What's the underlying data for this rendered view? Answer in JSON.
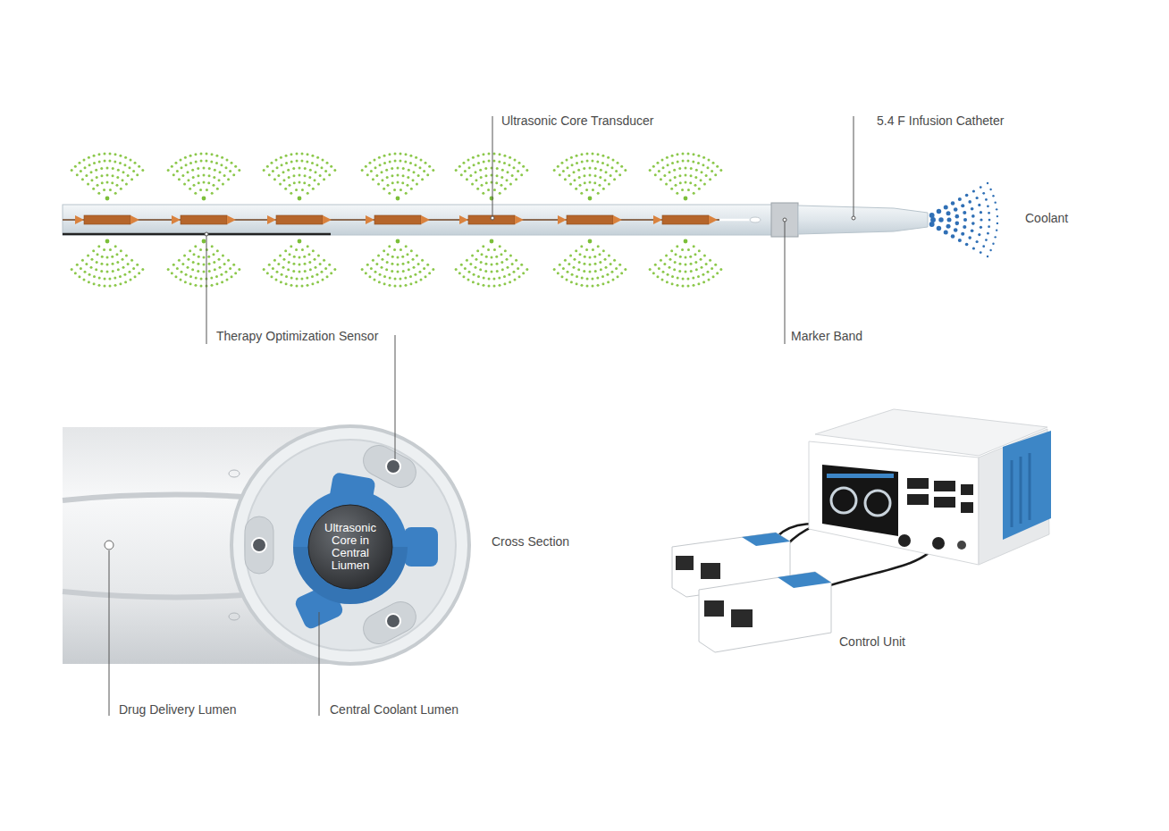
{
  "diagram": {
    "nodes": [
      {
        "text": [
          "Ultrasonic Core in Central Liumen"
        ]
      }
    ],
    "labels": [
      "Ultrasonic Core Transducer",
      "5.4 F Infusion Catheter",
      "Coolant",
      "Therapy Optimization Sensor",
      "Marker Band",
      "Cross Section",
      "Drug Delivery Lumen",
      "Central Coolant Lumen",
      "Control Unit"
    ]
  }
}
